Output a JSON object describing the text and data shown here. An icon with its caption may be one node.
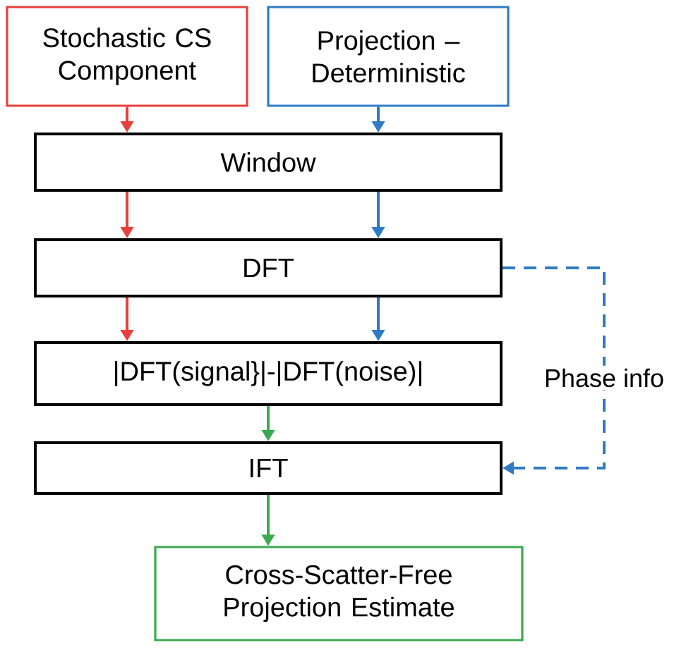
{
  "diagram": {
    "nodes": [
      {
        "text": [
          "Stochastic CS Component"
        ]
      },
      {
        "text": [
          "Projection – Deterministic"
        ]
      },
      {
        "text": [
          "Window"
        ]
      },
      {
        "text": [
          "DFT"
        ]
      },
      {
        "text": [
          "|DFT(signal}|-|DFT(noise)|"
        ]
      },
      {
        "text": [
          "IFT"
        ]
      },
      {
        "text": [
          "Cross-Scatter-Free Projection Estimate"
        ]
      }
    ],
    "edges": [
      {
        "from": 0,
        "to": 2,
        "arrow": "to",
        "color": "#e8403c"
      },
      {
        "from": 1,
        "to": 2,
        "arrow": "to",
        "color": "#2f7bc4"
      },
      {
        "from": 2,
        "to": 3,
        "arrow": "to",
        "color": "#e8403c"
      },
      {
        "from": 2,
        "to": 3,
        "arrow": "to",
        "color": "#2f7bc4"
      },
      {
        "from": 3,
        "to": 4,
        "arrow": "to",
        "color": "#e8403c"
      },
      {
        "from": 3,
        "to": 4,
        "arrow": "to",
        "color": "#2f7bc4"
      },
      {
        "from": 4,
        "to": 5,
        "arrow": "to",
        "color": "#3aaa50"
      },
      {
        "from": 5,
        "to": 6,
        "arrow": "to",
        "color": "#3aaa50"
      },
      {
        "from": 3,
        "to": 5,
        "arrow": "to",
        "style": "dashed",
        "color": "#2f7bc4",
        "label": "Phase info"
      }
    ]
  }
}
